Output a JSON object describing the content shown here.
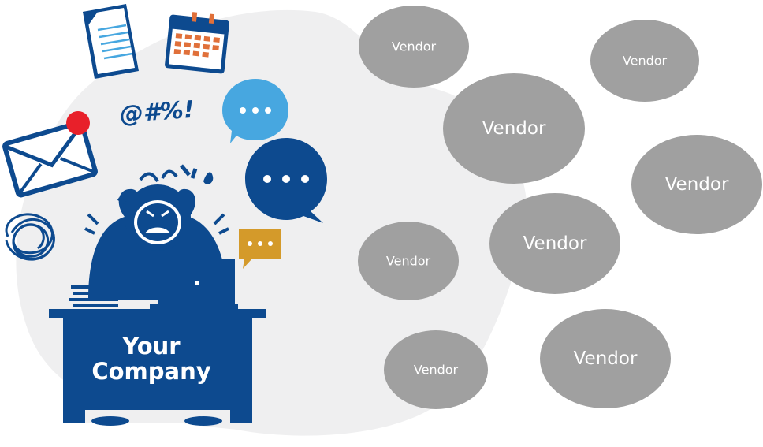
{
  "colors": {
    "blob": "#efeff0",
    "navy": "#0d4a8f",
    "light_blue": "#47a7e0",
    "gold": "#d49a2a",
    "red": "#e8202a",
    "vendor_gray": "#a0a0a0",
    "orange": "#e0703a"
  },
  "company": {
    "line1": "Your",
    "line2": "Company"
  },
  "frustration_symbols": "@#%!",
  "vendors": [
    {
      "label": "Vendor",
      "size": "sm"
    },
    {
      "label": "Vendor",
      "size": "sm"
    },
    {
      "label": "Vendor",
      "size": "lg"
    },
    {
      "label": "Vendor",
      "size": "lg"
    },
    {
      "label": "Vendor",
      "size": "lg"
    },
    {
      "label": "Vendor",
      "size": "sm"
    },
    {
      "label": "Vendor",
      "size": "sm"
    },
    {
      "label": "Vendor",
      "size": "lg"
    }
  ],
  "icons": [
    "document-icon",
    "calendar-icon",
    "envelope-icon",
    "notification-dot-icon",
    "tangled-scribble-icon",
    "chat-bubble-icon",
    "chat-bubble-icon",
    "chat-bubble-icon",
    "laptop-icon",
    "paper-stack-icon",
    "stressed-person-icon",
    "desk-icon"
  ]
}
